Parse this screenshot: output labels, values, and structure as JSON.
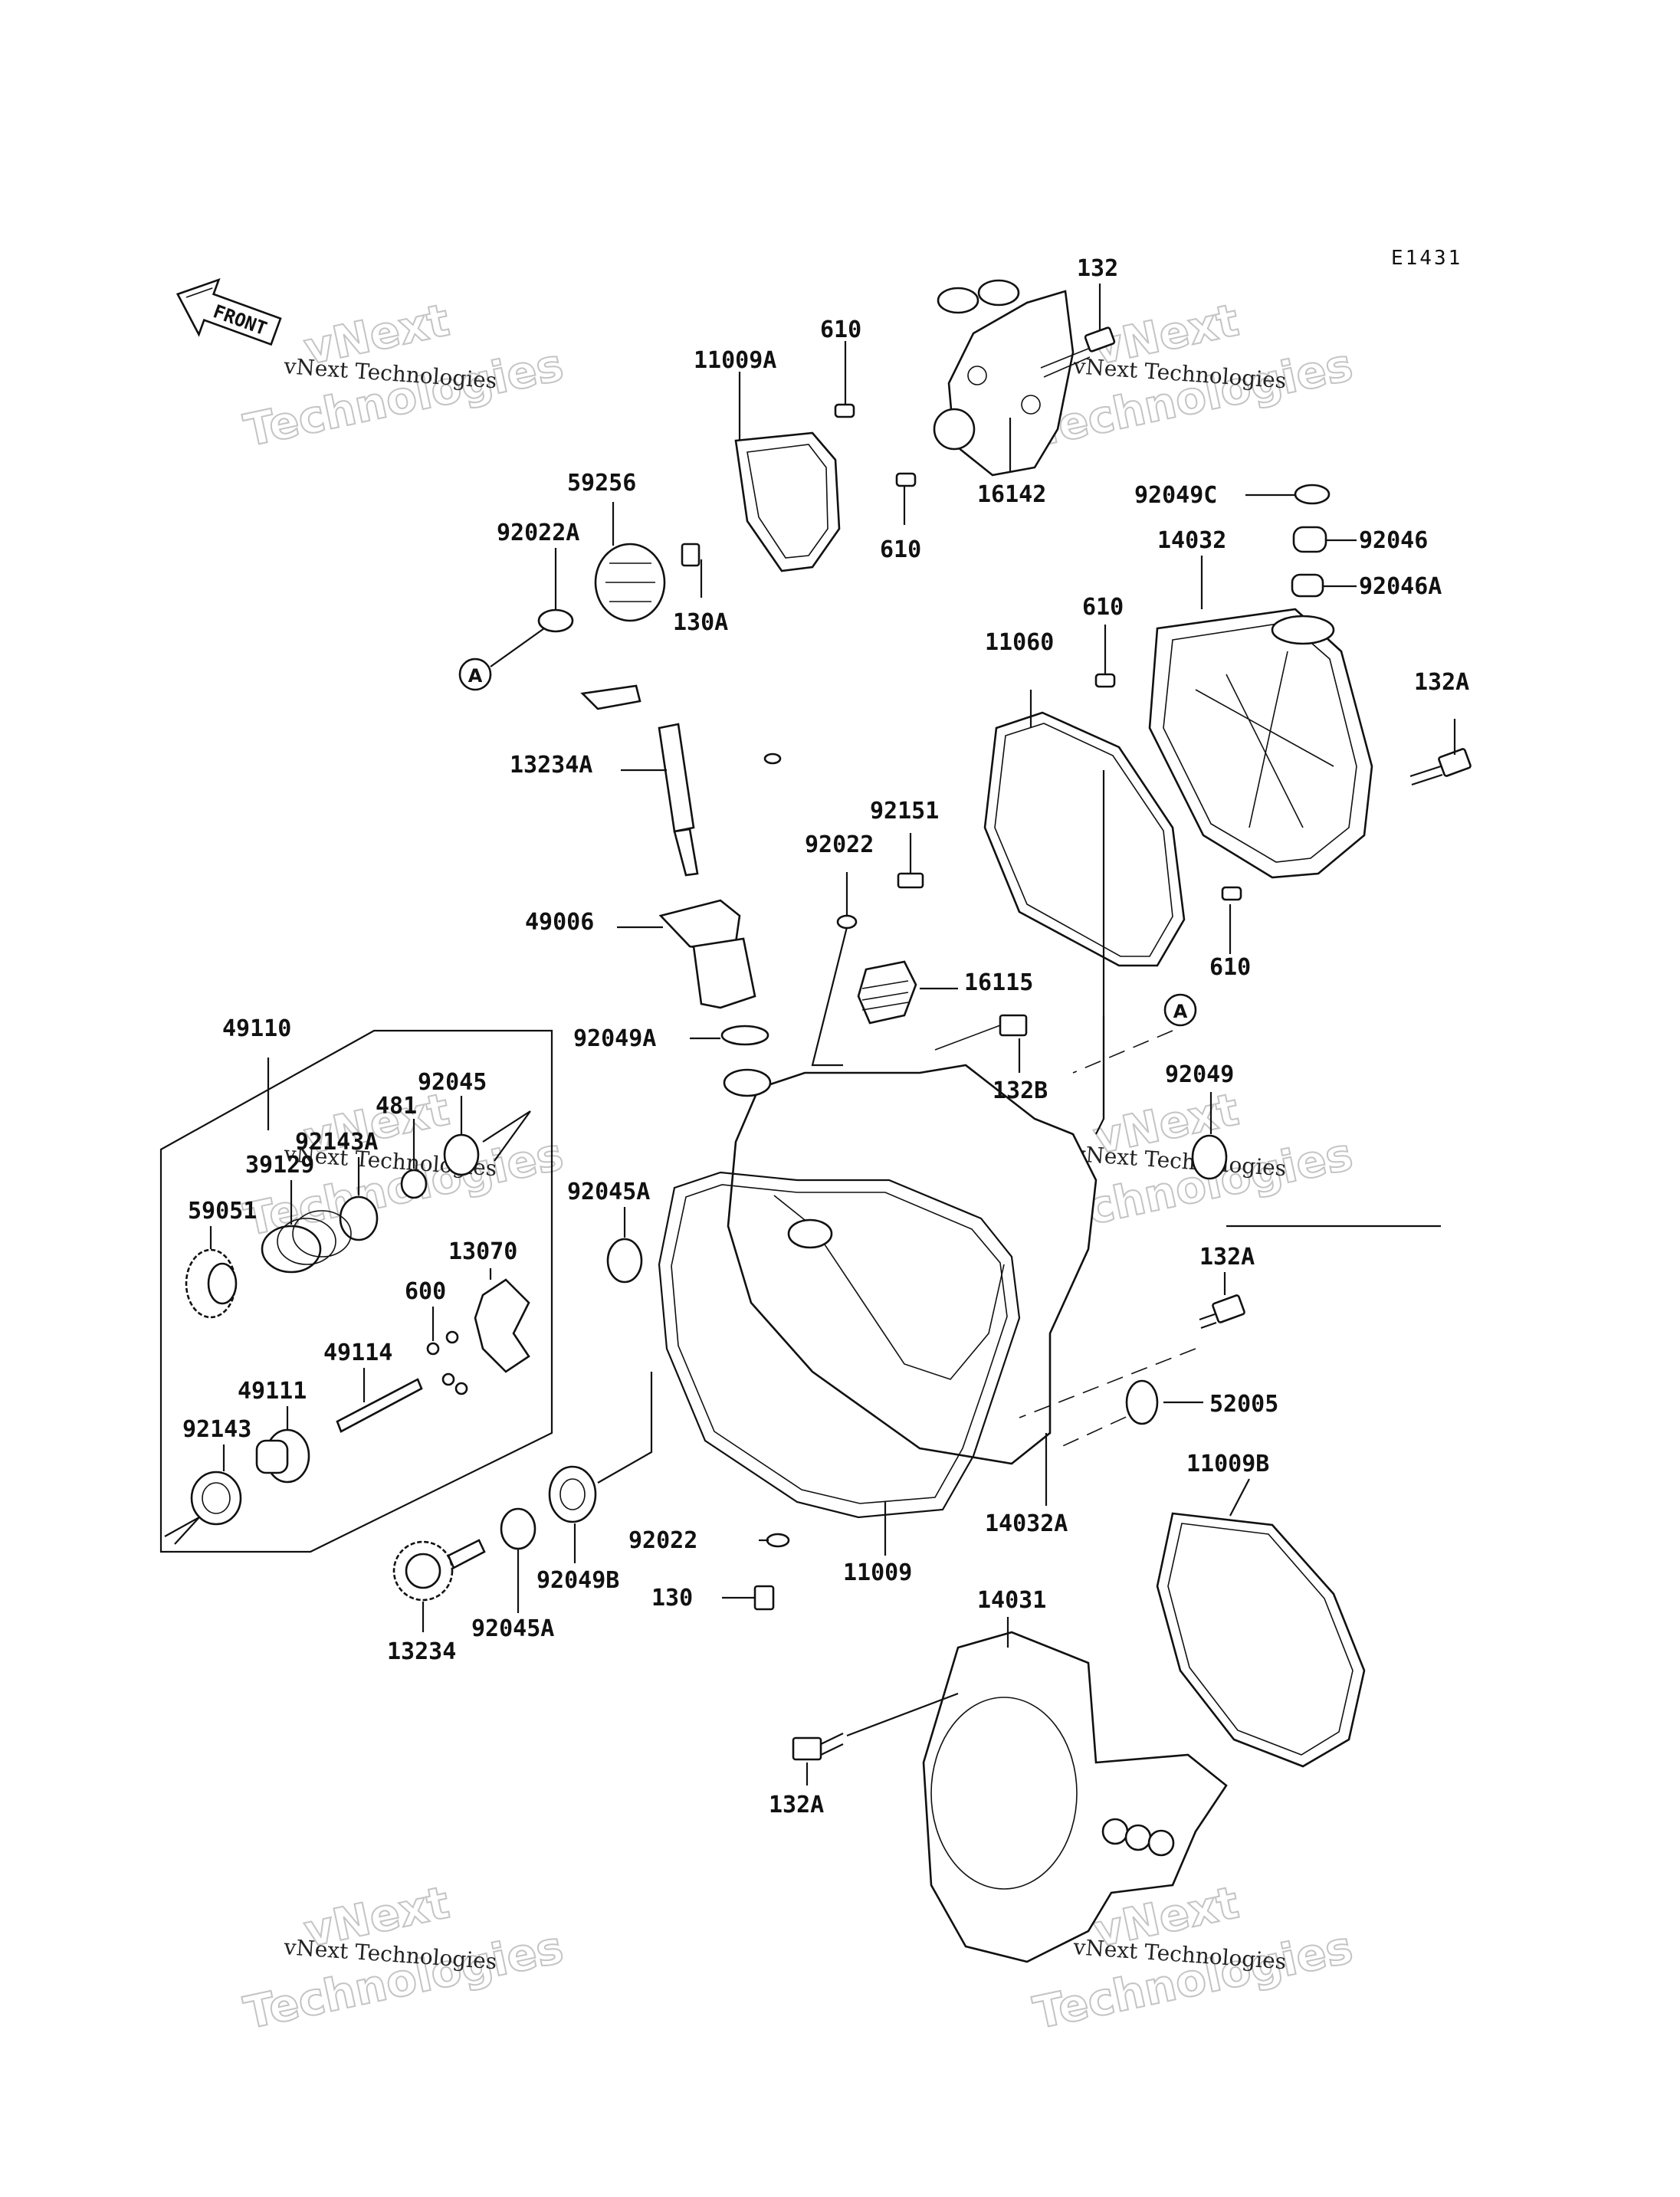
{
  "diagram_code": "E1431",
  "front_label": "FRONT",
  "watermark_name": "vNext Technologies",
  "watermark_word_1": "vNext",
  "watermark_word_2": "Technologies",
  "callout_letter": "A",
  "labels": {
    "p132_top": "132",
    "p610_a": "610",
    "p11009A": "11009A",
    "p16142": "16142",
    "p610_b": "610",
    "p92049C": "92049C",
    "p92046": "92046",
    "p14032": "14032",
    "p92046A": "92046A",
    "p59256": "59256",
    "p92022A": "92022A",
    "p130A": "130A",
    "p610_c": "610",
    "p11060": "11060",
    "p132A_r": "132A",
    "p13234A": "13234A",
    "p92151": "92151",
    "p92022_top": "92022",
    "p49006": "49006",
    "p16115": "16115",
    "p610_d": "610",
    "p49110": "49110",
    "p92049A": "92049A",
    "p132B": "132B",
    "p92049": "92049",
    "p92045": "92045",
    "p481": "481",
    "p92143A": "92143A",
    "p39129": "39129",
    "p59051": "59051",
    "p92045A_top": "92045A",
    "p13070": "13070",
    "p600": "600",
    "p49114": "49114",
    "p49111": "49111",
    "p132A_mid": "132A",
    "p52005": "52005",
    "p92143": "92143",
    "p11009B": "11009B",
    "p14032A": "14032A",
    "p92022_bot": "92022",
    "p130": "130",
    "p11009": "11009",
    "p92049B": "92049B",
    "p92045A_bot": "92045A",
    "p14031": "14031",
    "p13234": "13234",
    "p132A_bot": "132A"
  }
}
